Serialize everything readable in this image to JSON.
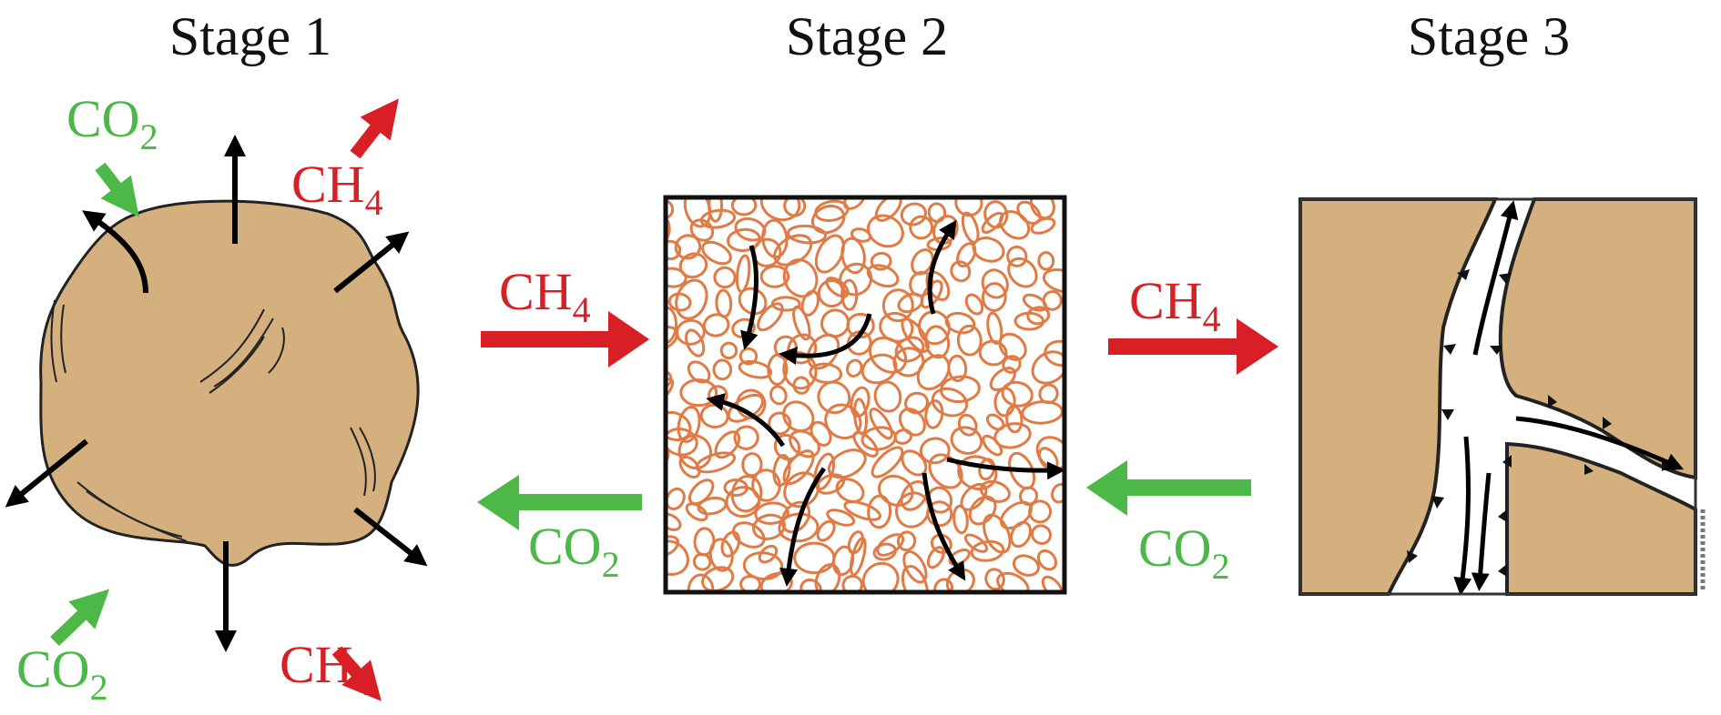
{
  "stages": [
    {
      "title": "Stage 1"
    },
    {
      "title": "Stage 2"
    },
    {
      "title": "Stage 3"
    }
  ],
  "gases": {
    "co2": {
      "base": "CO",
      "sub": "2"
    },
    "ch4": {
      "base": "CH",
      "sub": "4"
    }
  },
  "colors": {
    "coal": "#d4b07f",
    "co2": "#4cb848",
    "ch4": "#d81f26",
    "pebble": "#e07b45"
  }
}
